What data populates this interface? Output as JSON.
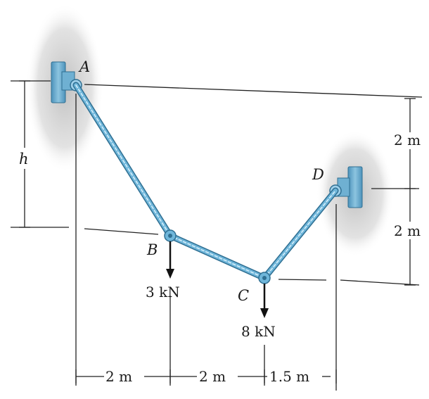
{
  "points": {
    "A": "A",
    "B": "B",
    "C": "C",
    "D": "D"
  },
  "loads": {
    "B": "3 kN",
    "C": "8 kN"
  },
  "dims": {
    "h": "h",
    "right_upper": "2 m",
    "right_lower": "2 m",
    "bottom_AB": "2 m",
    "bottom_BC": "2 m",
    "bottom_CD": "1.5 m"
  },
  "colors": {
    "cable": "#5aa7cc",
    "cable_dark": "#2f6f92",
    "support": "#7fb8d6",
    "wall_shadow": "#c8c8c8",
    "line": "#222222"
  }
}
